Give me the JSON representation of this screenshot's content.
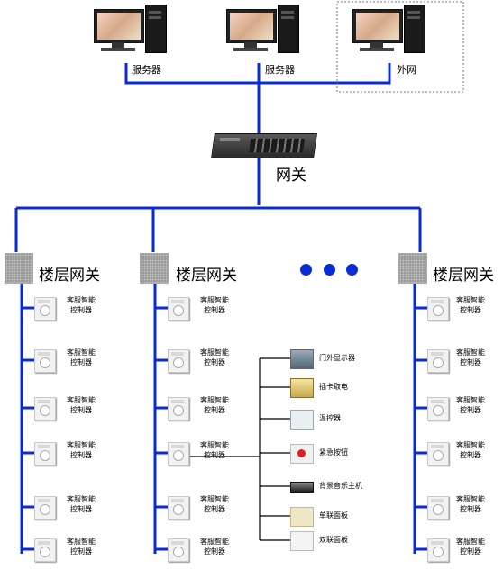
{
  "top": {
    "server1_label": "服务器",
    "server2_label": "服务器",
    "external_label": "外网"
  },
  "gateway_label": "网关",
  "floor_gateways": [
    "楼层网关",
    "楼层网关",
    "楼层网关"
  ],
  "controller_label_line1": "客服智能",
  "controller_label_line2": "控制器",
  "devices": [
    "门外显示器",
    "插卡取电",
    "温控器",
    "紧急按钮",
    "背景音乐主机",
    "单联面板",
    "双联面板"
  ],
  "colors": {
    "bus": "#0a2cd6",
    "thin": "#000000",
    "dots": "#0a2cd6"
  }
}
